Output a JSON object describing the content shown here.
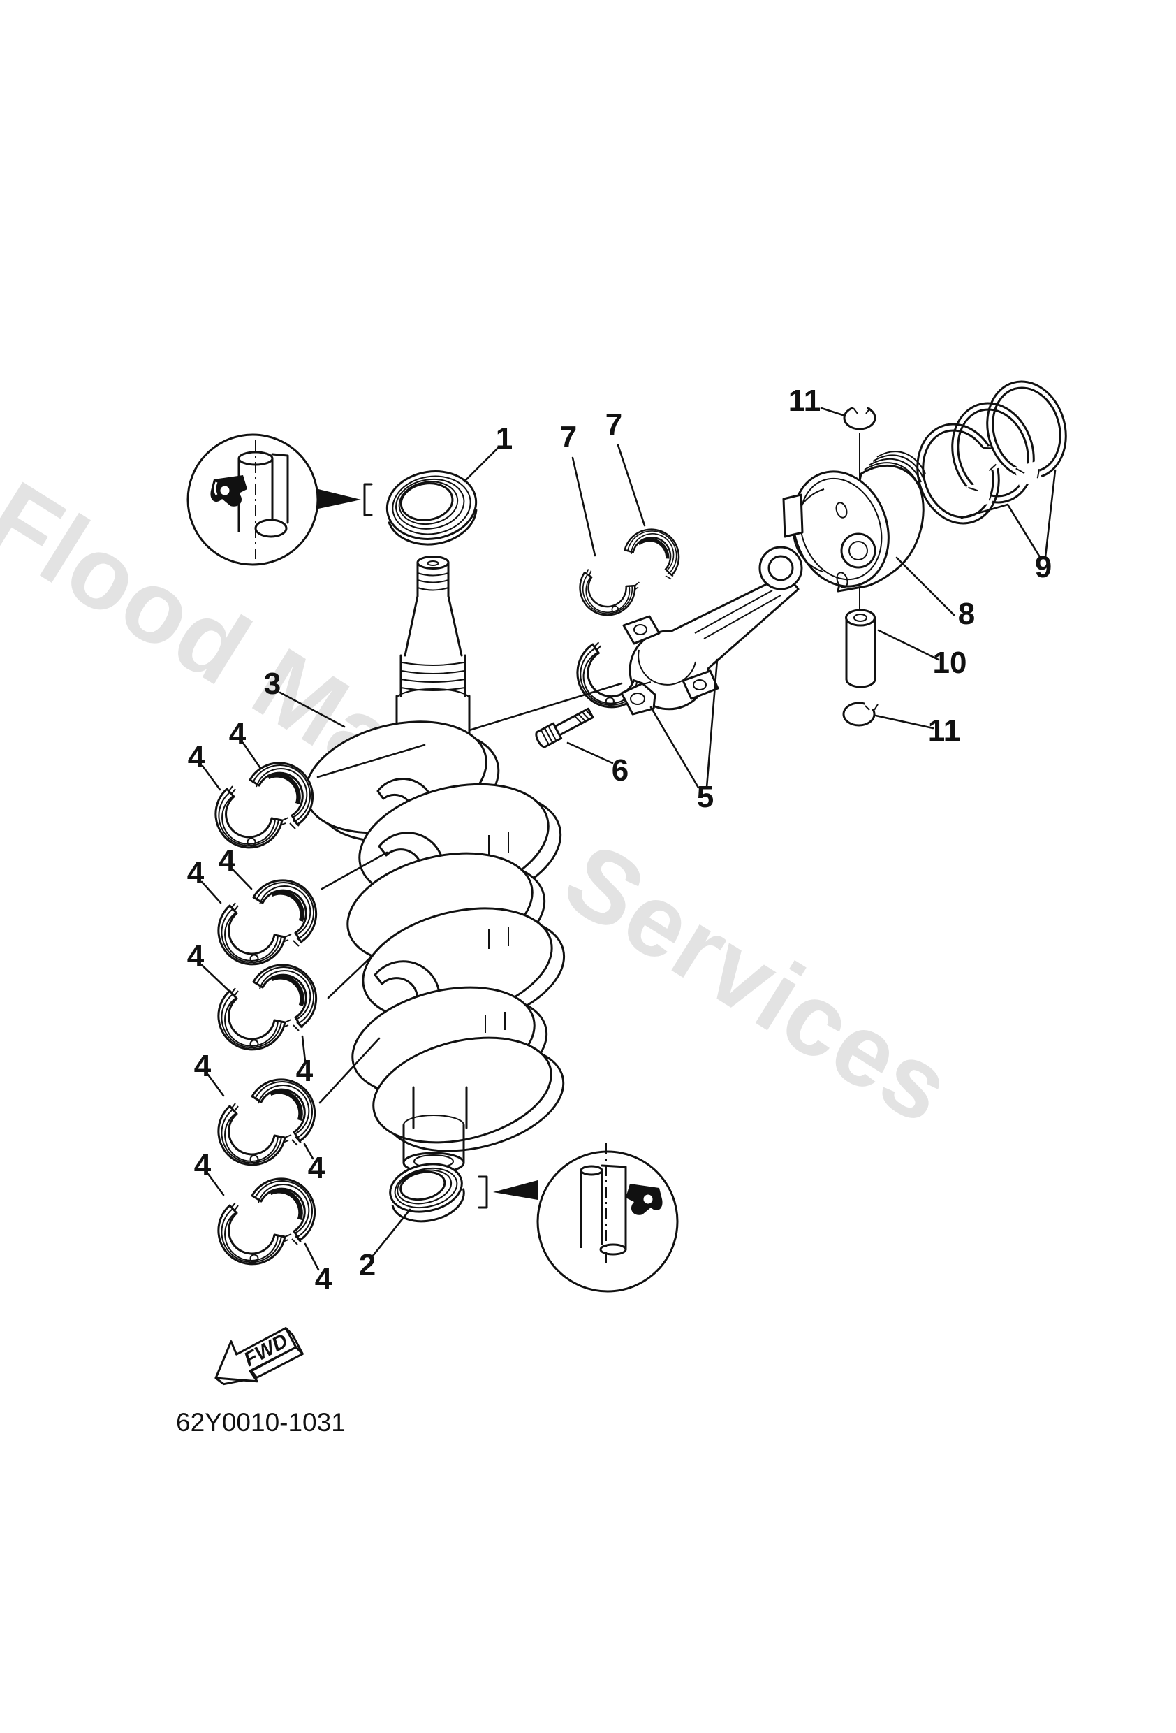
{
  "watermark": {
    "text": "Flood Marine Services",
    "color": "#e3e3e3"
  },
  "diagram": {
    "part_code": "62Y0010-1031",
    "fwd_label": "FWD",
    "callouts": [
      {
        "text": "1"
      },
      {
        "text": "7"
      },
      {
        "text": "7"
      },
      {
        "text": "11"
      },
      {
        "text": "8"
      },
      {
        "text": "9"
      },
      {
        "text": "10"
      },
      {
        "text": "11"
      },
      {
        "text": "3"
      },
      {
        "text": "4"
      },
      {
        "text": "4"
      },
      {
        "text": "4"
      },
      {
        "text": "4"
      },
      {
        "text": "4"
      },
      {
        "text": "4"
      },
      {
        "text": "4"
      },
      {
        "text": "4"
      },
      {
        "text": "4"
      },
      {
        "text": "4"
      },
      {
        "text": "5"
      },
      {
        "text": "6"
      },
      {
        "text": "2"
      }
    ]
  }
}
